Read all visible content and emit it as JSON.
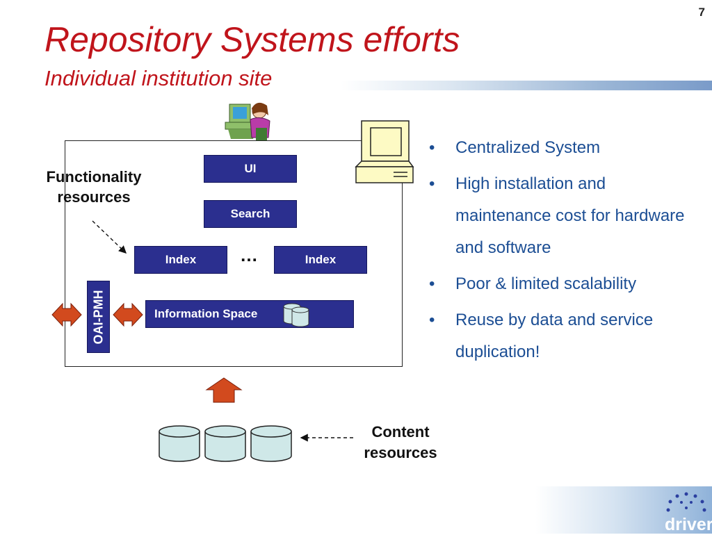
{
  "slide": {
    "page_number": "7",
    "title": "Repository Systems efforts",
    "subtitle": "Individual institution site"
  },
  "diagram": {
    "ui_box": "UI",
    "search_box": "Search",
    "index_left": "Index",
    "index_right": "Index",
    "ellipsis": "…",
    "oai_pmh": "OAI-PMH",
    "information_space": "Information Space",
    "functionality_label": [
      "Functionality",
      "resources"
    ],
    "content_label": [
      "Content",
      "resources"
    ]
  },
  "bullets": [
    "Centralized System",
    "High installation and maintenance cost for hardware and software",
    "Poor & limited scalability",
    "Reuse by data and service duplication!"
  ],
  "logo": {
    "text": "driver"
  },
  "colors": {
    "title": "#c0141b",
    "box_fill": "#2b2f8f",
    "bullet_text": "#1c4e94",
    "arrow_fill": "#d24a1e",
    "cylinder_fill": "#cfe8e8"
  }
}
